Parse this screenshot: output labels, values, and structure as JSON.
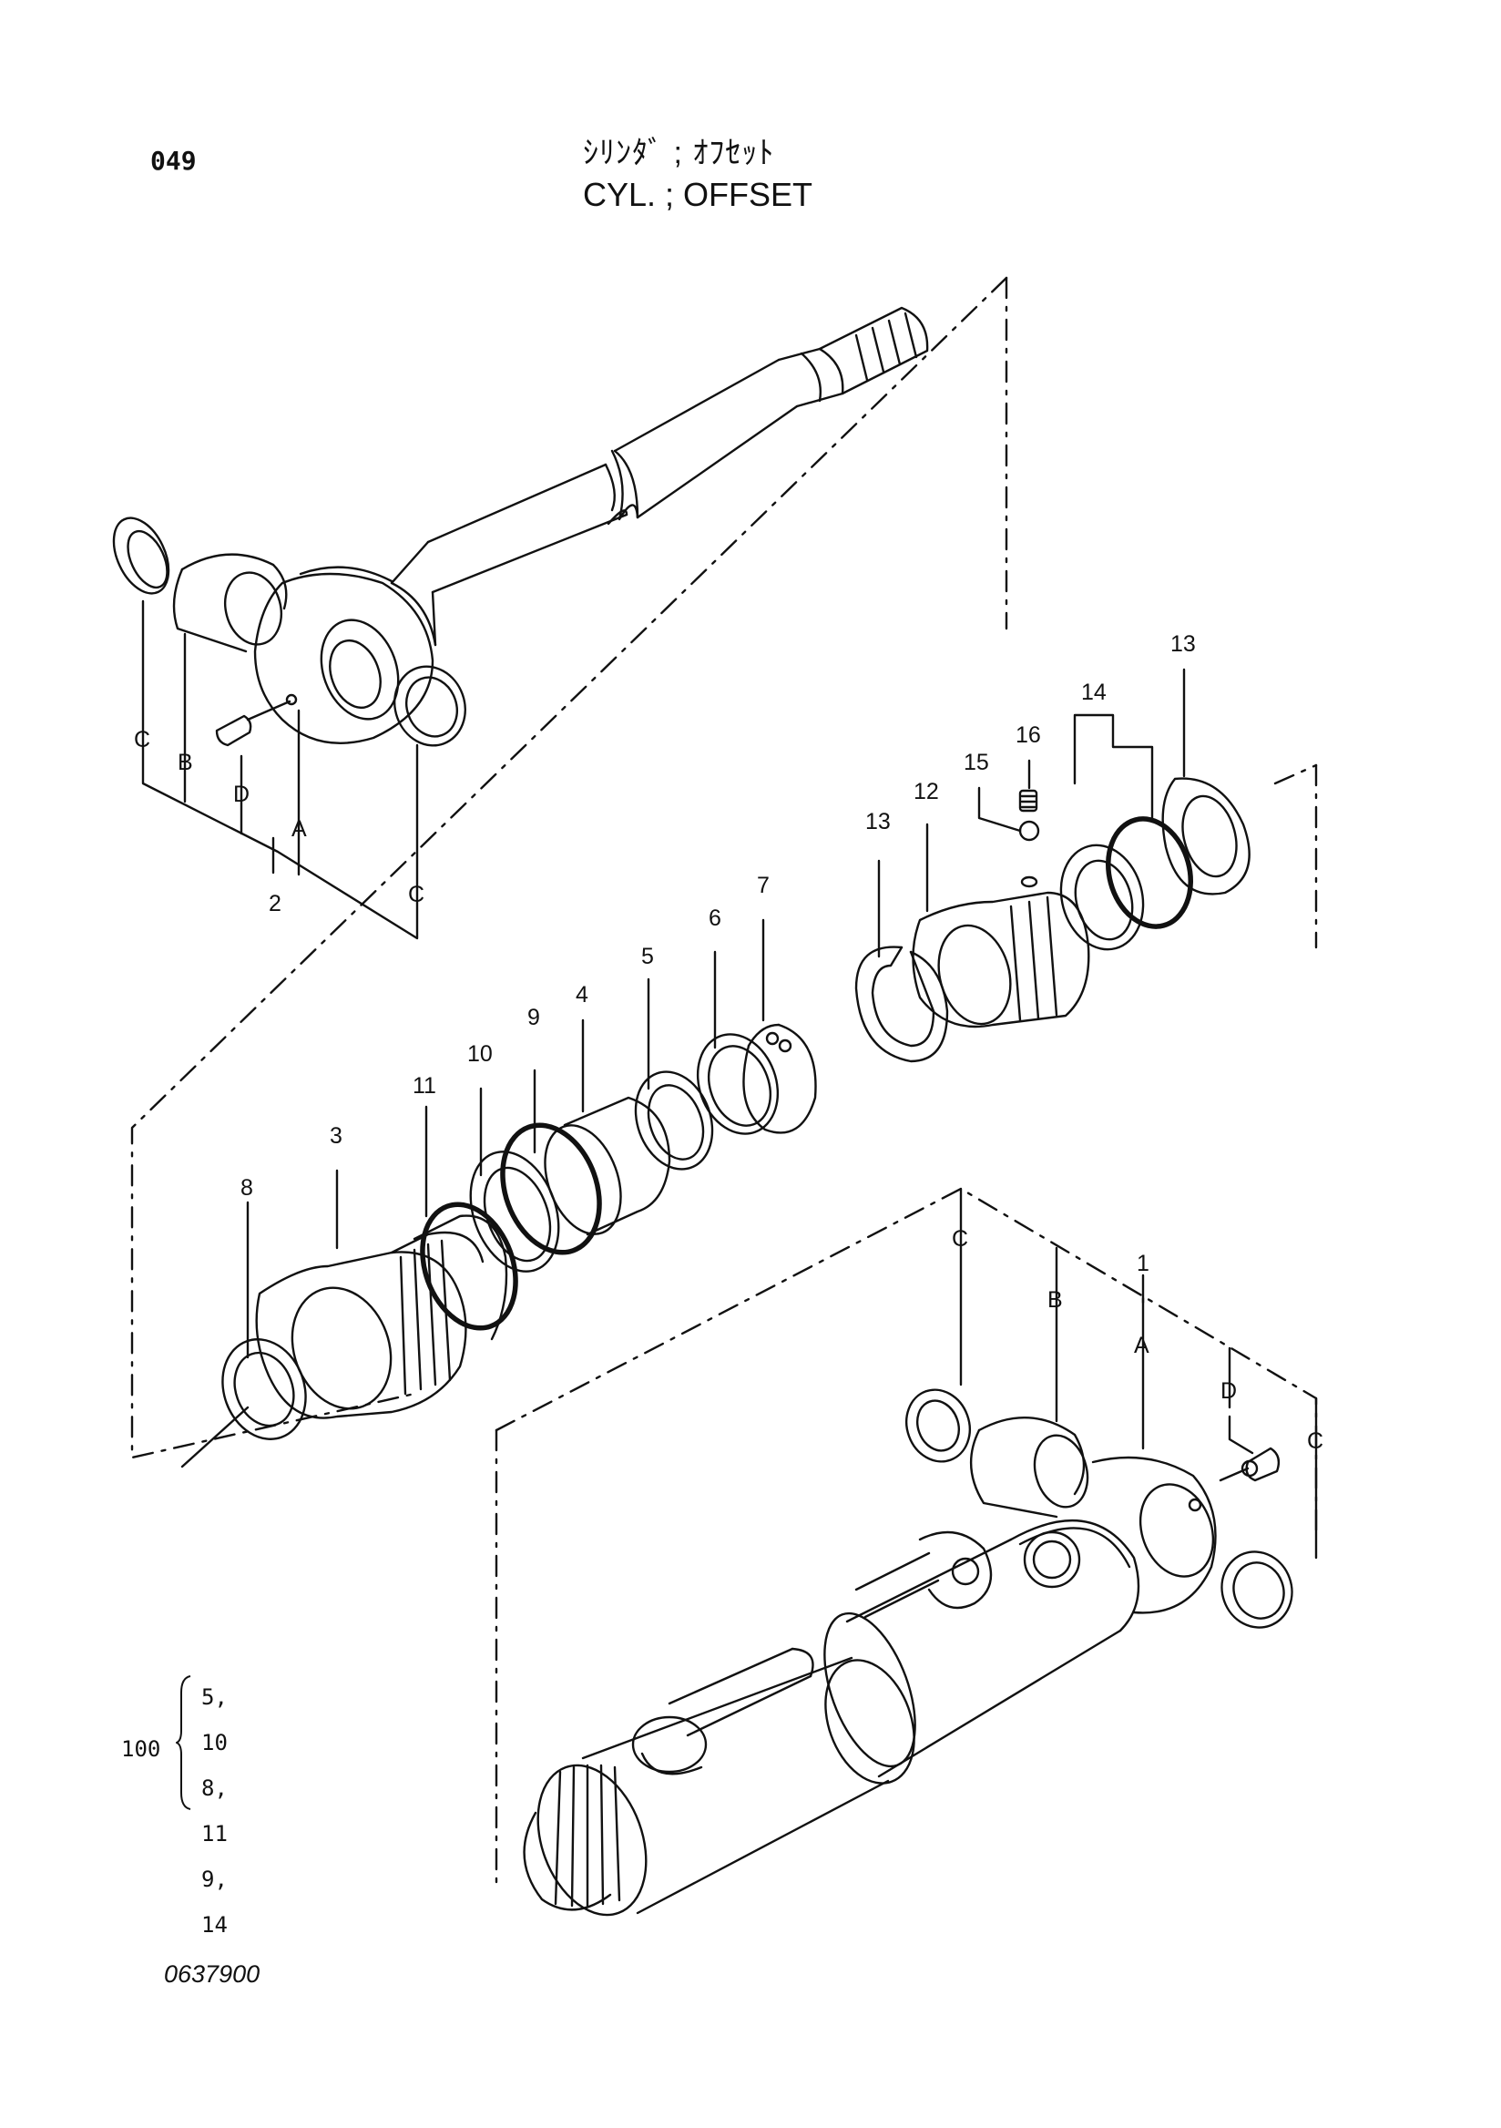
{
  "header": {
    "page_number": "049",
    "title_jp": "ｼﾘﾝﾀﾞ ; ｵﾌｾｯﾄ",
    "title_en": "CYL. ; OFFSET"
  },
  "footer": {
    "drawing_number": "0637900"
  },
  "seal_kit": {
    "quantity_label": "100",
    "rows": [
      "5, 10",
      "8, 11",
      "9, 14"
    ]
  },
  "callouts": {
    "upper_assembly_letters": [
      "C",
      "B",
      "D",
      "A",
      "C"
    ],
    "upper_assembly_number": "2",
    "middle_parts": [
      "8",
      "3",
      "11",
      "10",
      "9",
      "4",
      "5",
      "6",
      "7"
    ],
    "right_parts": [
      "13",
      "12",
      "15",
      "16",
      "14",
      "13"
    ],
    "lower_assembly_letters": [
      "C",
      "B",
      "A",
      "D",
      "C"
    ],
    "lower_assembly_number": "1"
  }
}
